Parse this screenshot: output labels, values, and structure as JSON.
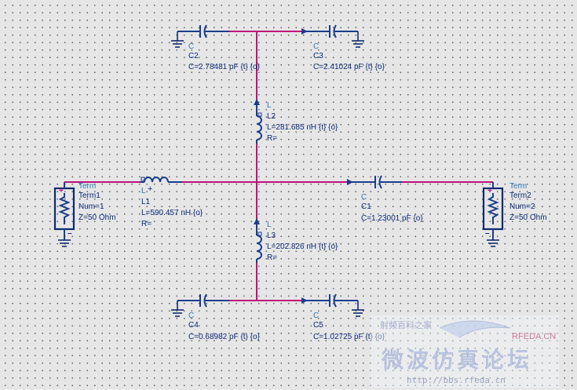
{
  "components": {
    "C2": {
      "type": "C",
      "name": "C2",
      "value": "C=2.78481 pF {t} {o}"
    },
    "C3": {
      "type": "C",
      "name": "C3",
      "value": "C=2.41024 pF {t} {o}"
    },
    "L2": {
      "type": "L",
      "name": "L2",
      "value": "L=281.685 nH {t} {o}",
      "r": "R="
    },
    "L1": {
      "type": "L",
      "name": "L1",
      "value": "L=590.457 nH {o}",
      "r": "R="
    },
    "C1": {
      "type": "C",
      "name": "C1",
      "value": "C=1.23001 pF {o}"
    },
    "L3": {
      "type": "L",
      "name": "L3",
      "value": "L=202.826 nH {t} {o}",
      "r": "R="
    },
    "C4": {
      "type": "C",
      "name": "C4",
      "value": "C=0.68982 pF {t} {o}"
    },
    "C5": {
      "type": "C",
      "name": "C5",
      "value": "C=1.02725 pF {t} {o}"
    },
    "Term1": {
      "type": "Term",
      "name": "Term1",
      "num": "Num=1",
      "z": "Z=50 Ohm"
    },
    "Term2": {
      "type": "Term",
      "name": "Term2",
      "num": "Num=2",
      "z": "Z=50 Ohm"
    }
  },
  "watermark": {
    "top": "射频百科之家",
    "brand": "RFEDA.CN",
    "title": "微波仿真论坛",
    "url": "http://bbs.rfeda.cn"
  },
  "colors": {
    "wire": "#c0107a",
    "component": "#1a3d8c",
    "label": "#0a2a7a",
    "label_type": "#2d7bb8",
    "background": "#e6e6e6"
  }
}
